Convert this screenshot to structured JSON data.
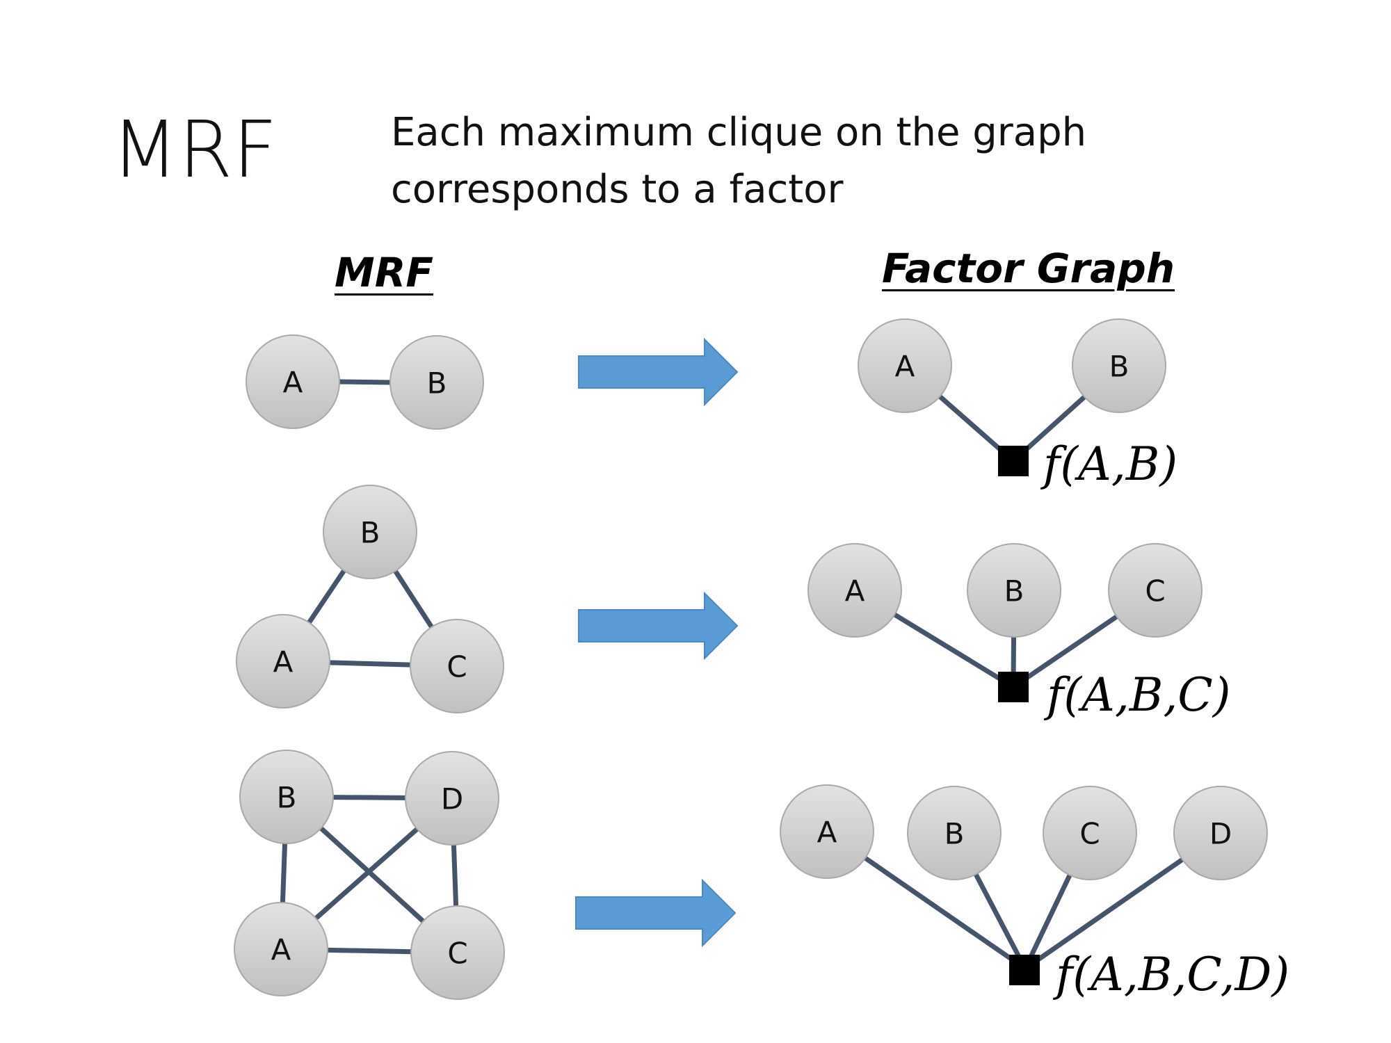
{
  "slide": {
    "title": "MRF",
    "subtitle_lines": [
      "Each maximum clique on the graph",
      "corresponds to a factor"
    ]
  },
  "columns": {
    "left_header": "MRF",
    "right_header": "Factor Graph"
  },
  "colors": {
    "edge": "#44546a",
    "node_fill_top": "#e2e2e2",
    "node_fill_bottom": "#c0c0c0",
    "arrow": "#5b9bd5",
    "factor": "#000000"
  },
  "rows": [
    {
      "mrf_nodes": [
        "A",
        "B"
      ],
      "factor_nodes": [
        "A",
        "B"
      ],
      "factor_label": "f(A,B)"
    },
    {
      "mrf_nodes": [
        "B",
        "A",
        "C"
      ],
      "factor_nodes": [
        "A",
        "B",
        "C"
      ],
      "factor_label": "f(A,B,C)"
    },
    {
      "mrf_nodes": [
        "B",
        "D",
        "A",
        "C"
      ],
      "factor_nodes": [
        "A",
        "B",
        "C",
        "D"
      ],
      "factor_label": "f(A,B,C,D)"
    }
  ]
}
